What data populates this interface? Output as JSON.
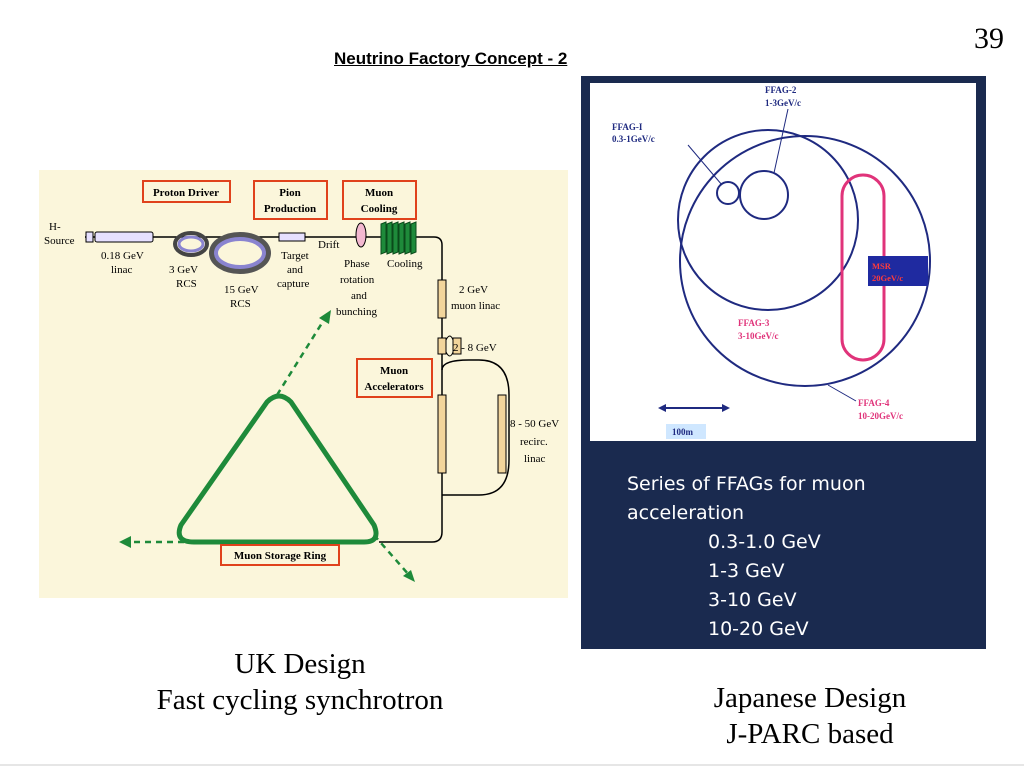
{
  "slide": {
    "number": "39",
    "title": "Neutrino Factory Concept - 2"
  },
  "uk_diagram": {
    "proton_driver": "Proton Driver",
    "pion_production_1": "Pion",
    "pion_production_2": "Production",
    "muon_cooling_1": "Muon",
    "muon_cooling_2": "Cooling",
    "h_source_1": "H-",
    "h_source_2": "Source",
    "linac_1": "0.18 GeV",
    "linac_2": "linac",
    "rcs3_1": "3 GeV",
    "rcs3_2": "RCS",
    "rcs15_1": "15 GeV",
    "rcs15_2": "RCS",
    "target_1": "Target",
    "target_2": "and",
    "target_3": "capture",
    "drift": "Drift",
    "phase_1": "Phase",
    "phase_2": "rotation",
    "phase_3": "and",
    "phase_4": "bunching",
    "cooling": "Cooling",
    "muon_linac_1": "2 GeV",
    "muon_linac_2": "muon linac",
    "gev_2_8": "2 - 8 GeV",
    "muon_accel_1": "Muon",
    "muon_accel_2": "Accelerators",
    "recirc_1": "8 - 50 GeV",
    "recirc_2": "recirc.",
    "recirc_3": "linac",
    "storage_ring": "Muon Storage Ring"
  },
  "jp_diagram": {
    "ffag1_1": "FFAG-I",
    "ffag1_2": "0.3-1GeV/c",
    "ffag2_1": "FFAG-2",
    "ffag2_2": "1-3GeV/c",
    "ffag3_1": "FFAG-3",
    "ffag3_2": "3-10GeV/c",
    "ffag4_1": "FFAG-4",
    "ffag4_2": "10-20GeV/c",
    "msr_1": "MSR",
    "msr_2": "20GeV/c",
    "scale": "100m"
  },
  "series": {
    "line1": "Series of FFAGs for muon",
    "line2": "acceleration",
    "items": [
      "0.3-1.0 GeV",
      "1-3 GeV",
      "3-10 GeV",
      "10-20 GeV"
    ]
  },
  "captions": {
    "uk_line1": "UK Design",
    "uk_line2": "Fast cycling synchrotron",
    "jp_line1": "Japanese Design",
    "jp_line2": "J-PARC based"
  },
  "colors": {
    "uk_background": "#fbf6db",
    "label_box_border": "#e0421c",
    "storage_ring_green": "#1e8a3a",
    "jp_panel": "#1a2a4f",
    "msr_fill": "#1f2aa0",
    "ring_navy": "#1f2a80",
    "pink_ring": "#e0337a"
  }
}
